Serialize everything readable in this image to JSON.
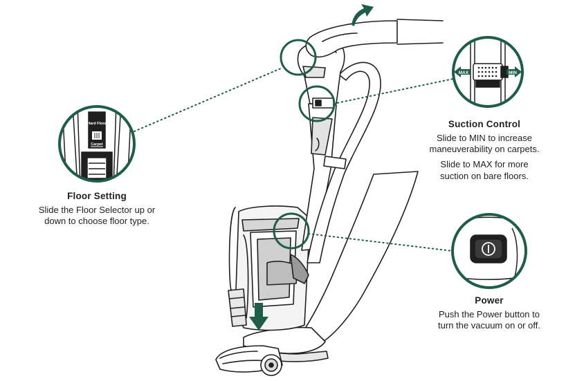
{
  "colors": {
    "accent": "#1e5e46",
    "line": "#1f1f1f",
    "fill": "#ffffff"
  },
  "insets": {
    "floor": {
      "label_hard": "Hard Floor",
      "label_carpet": "Carpet"
    },
    "suction": {
      "max_label": "MAX",
      "min_label": "MIN"
    },
    "power": {
      "icon": "power-icon"
    }
  },
  "callouts": {
    "floor": {
      "title": "Floor Setting",
      "line1": "Slide the Floor Selector up or",
      "line2": "down to choose floor type."
    },
    "suction": {
      "title": "Suction Control",
      "line1": "Slide to MIN to increase",
      "line2": "maneuverability on carpets.",
      "line3": "Slide to MAX for more",
      "line4": "suction on bare floors."
    },
    "power": {
      "title": "Power",
      "line1": "Push the Power button to",
      "line2": "turn the vacuum on or off."
    }
  }
}
